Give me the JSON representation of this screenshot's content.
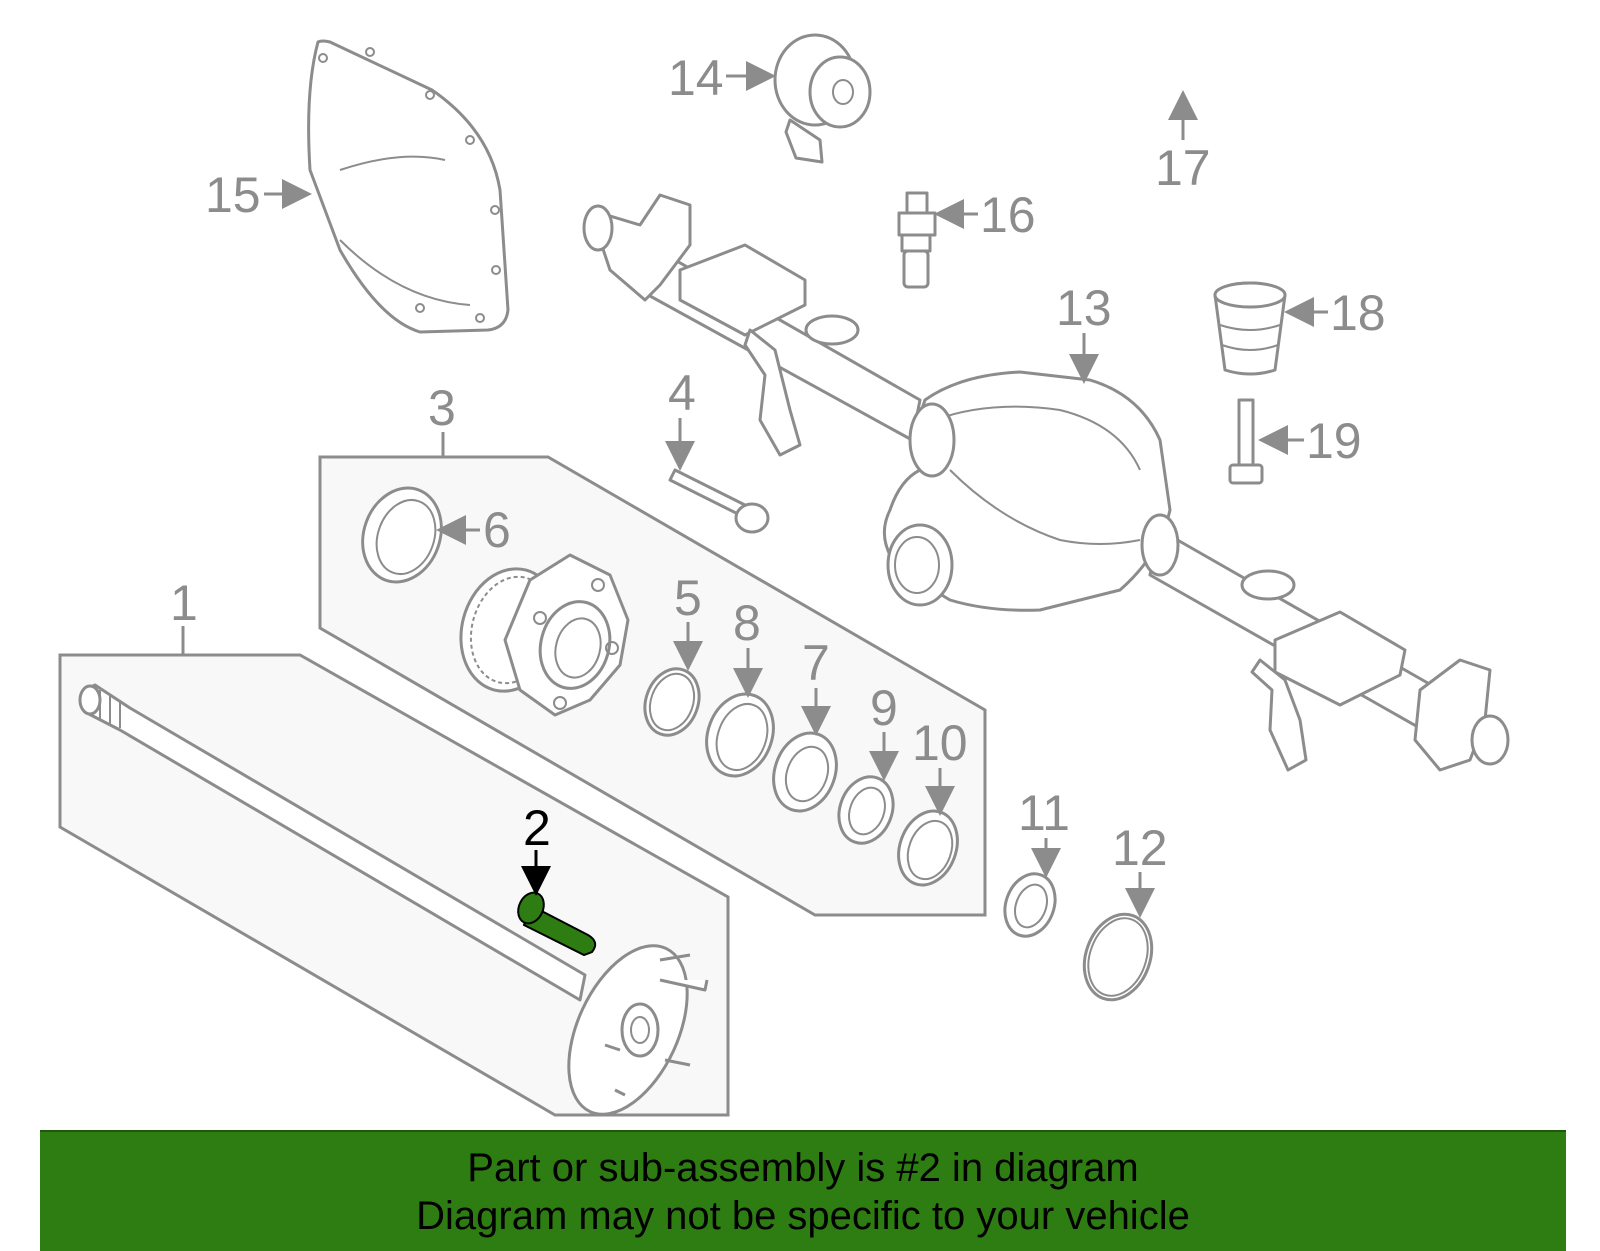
{
  "diagram": {
    "callouts": [
      "1",
      "2",
      "3",
      "4",
      "5",
      "6",
      "7",
      "8",
      "9",
      "10",
      "11",
      "12",
      "13",
      "14",
      "15",
      "16",
      "17",
      "18",
      "19"
    ],
    "highlighted_part": "2",
    "colors": {
      "outline": "#8c8c8c",
      "highlight": "#2e7d13",
      "banner": "#2e7d13",
      "text": "#000000"
    }
  },
  "banner": {
    "line1": "Part or sub-assembly is #2 in diagram",
    "line2": "Diagram may not be specific to your vehicle"
  }
}
